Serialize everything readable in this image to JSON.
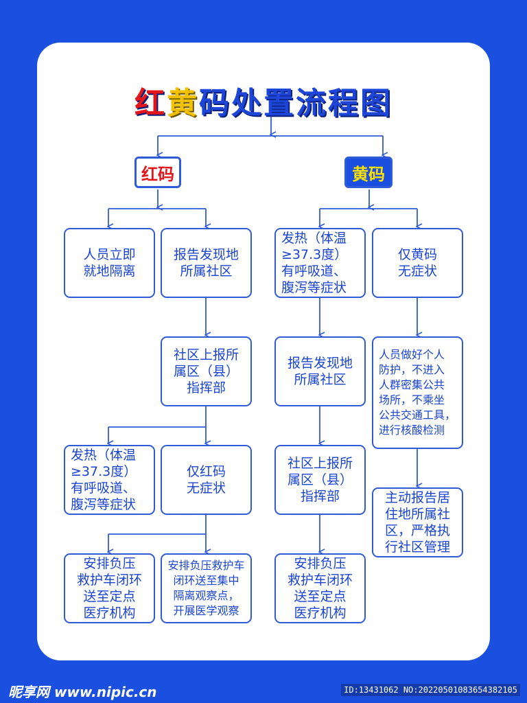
{
  "title": {
    "part_red": "红",
    "part_yellow": "黄",
    "part_rest": "码处置流程图"
  },
  "branches": {
    "red": "红码",
    "yellow": "黄码"
  },
  "red_flow": {
    "isolate": "人员立即\n就地隔离",
    "report": "报告发现地\n所属社区",
    "command": "社区上报所\n属区（县）\n指挥部",
    "fever": "发热（体温\n≥37.3度）\n有呼吸道、\n腹泻等症状",
    "no_symptom": "仅红码\n无症状",
    "ambulance": "安排负压\n救护车闭环\n送至定点\n医疗机构",
    "observe": "安排负压救护车\n闭环送至集中\n隔离观察点，\n开展医学观察"
  },
  "yellow_flow": {
    "fever": "发热（体温\n≥37.3度）\n有呼吸道、\n腹泻等症状",
    "no_symptom": "仅黄码\n无症状",
    "report": "报告发现地\n所属社区",
    "protect": "人员做好个人\n防护，不进入\n人群密集公共\n场所，不乘坐\n公共交通工具，\n进行核酸检测",
    "command": "社区上报所\n属区（县）\n指挥部",
    "self_report": "主动报告居\n住地所属社\n区，严格执\n行社区管理",
    "ambulance": "安排负压\n救护车闭环\n送至定点\n医疗机构"
  },
  "footer": {
    "logo": "昵享网 www.nipic.cn",
    "id": "ID:13431062 NO:20220501083654382105"
  },
  "colors": {
    "background": "#1b4fe0",
    "line": "#2f5bd6",
    "text": "#1a44d0",
    "red": "#e3161b",
    "yellow": "#ffe100"
  }
}
